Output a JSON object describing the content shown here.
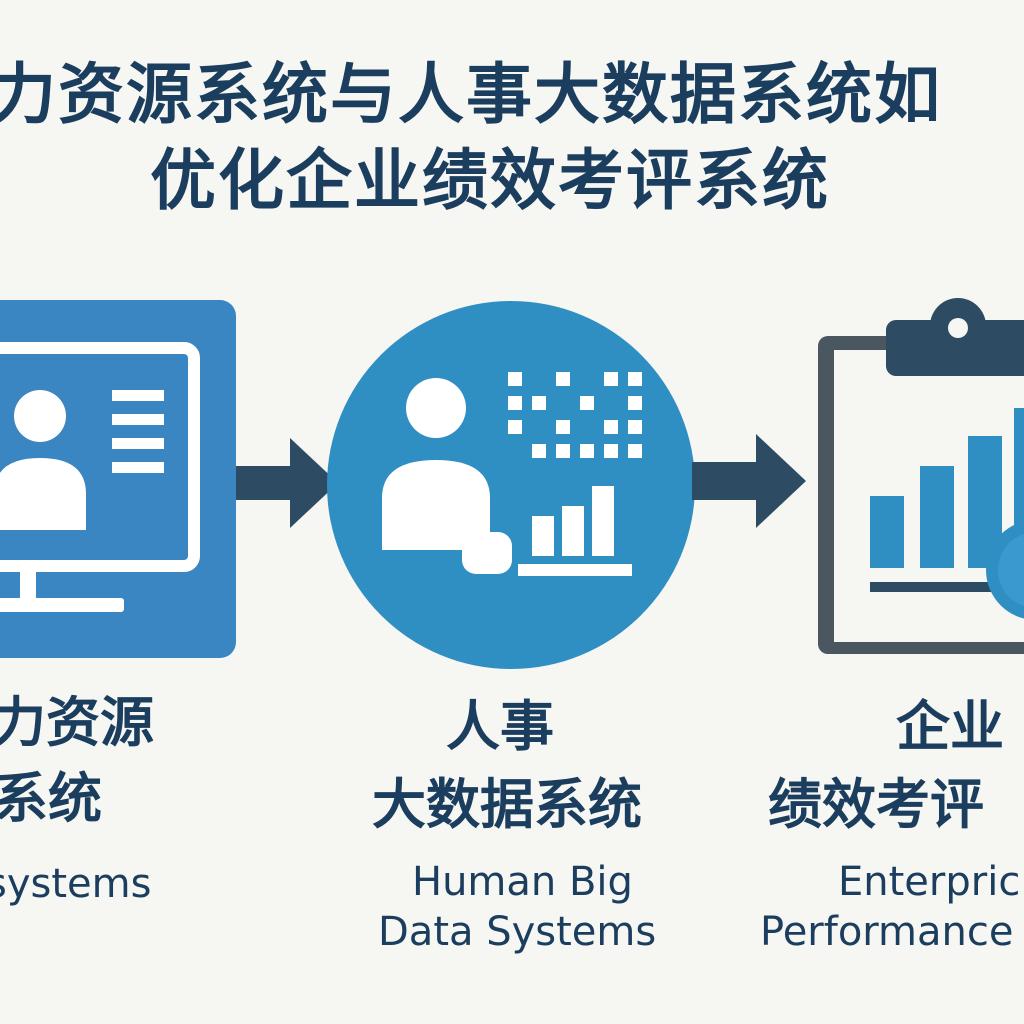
{
  "title": {
    "line1": "力资源系统与人事大数据系统如",
    "line2": "优化企业绩效考评系统"
  },
  "steps": [
    {
      "cn_line1": "力资源",
      "cn_line2": "系统",
      "en_line1": "systems",
      "icon": "computer-monitor-profile-icon"
    },
    {
      "cn_line1": "人事",
      "cn_line2": "大数据系统",
      "en_line1": "Human Big",
      "en_line2": "Data Systems",
      "icon": "person-data-chart-icon"
    },
    {
      "cn_line1": "企业",
      "cn_line2": "绩效考评",
      "en_line1": "Enterpric",
      "en_line2": "Performance E",
      "icon": "clipboard-bar-chart-icon"
    }
  ],
  "colors": {
    "background": "#f6f6f2",
    "text": "#1b3d5e",
    "blue_primary": "#2f8fc2",
    "blue_panel": "#3a86c3",
    "navy": "#2d4b63",
    "slate": "#4a5660"
  }
}
